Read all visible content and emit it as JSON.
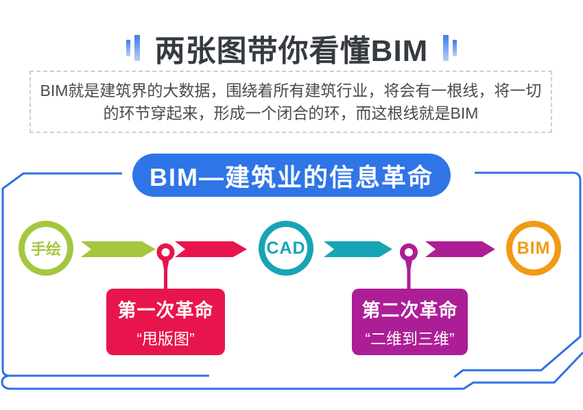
{
  "header": {
    "title": "两张图带你看懂BIM"
  },
  "intro": {
    "line1": "BIM就是建筑界的大数据，围绕着所有建筑行业，将会有一根线，将一切",
    "line2": "的环节穿起来，形成一个闭合的环，而这根线就是BIM"
  },
  "banner": {
    "label": "BIM—建筑业的信息革命"
  },
  "timeline": {
    "stages": [
      {
        "label": "手绘",
        "color": "#a4c73e"
      },
      {
        "label": "CAD",
        "color": "#18a4b6"
      },
      {
        "label": "BIM",
        "color": "#f19a15"
      }
    ],
    "milestones": [
      {
        "title": "第一次革命",
        "subtitle": "“甩版图”",
        "color": "#e7154b"
      },
      {
        "title": "第二次革命",
        "subtitle": "“二维到三维”",
        "color": "#ac1e96"
      }
    ],
    "arrow_colors": [
      "#a4c73e",
      "#e7154b",
      "#18a4b6",
      "#ac1e96"
    ]
  },
  "icons": {
    "quote_bars": "two vertical gradient bars flanking the title",
    "pin": "map-pin marker with stem connecting arrow track to milestone card",
    "arrow": "chevron ribbon arrow pointing right"
  },
  "colors": {
    "frame_blue": "#2e6fe4",
    "banner_blue": "#2f75e7",
    "title_text": "#363b42",
    "intro_text": "#4a4a4a",
    "intro_border": "#cdcdcd"
  }
}
